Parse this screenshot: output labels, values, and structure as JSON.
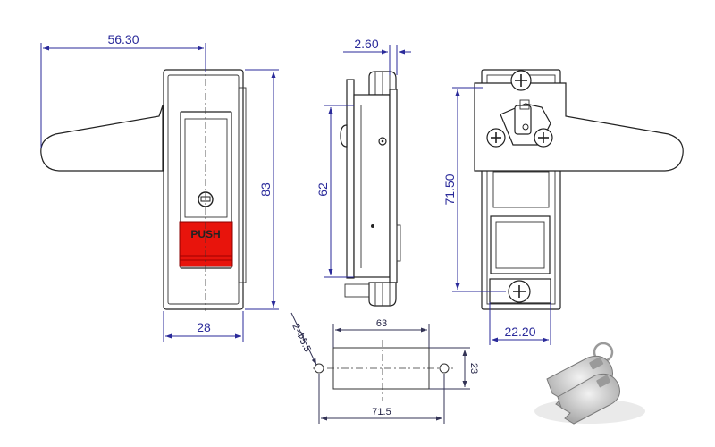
{
  "dimensions": {
    "handle_length": "56.30",
    "front_height": "83",
    "front_width": "28",
    "side_offset": "2.60",
    "side_height": "62",
    "back_height": "71.50",
    "back_width": "22.20",
    "cutout_width": "63",
    "cutout_height": "23",
    "hole_spacing": "71.5",
    "hole_callout": "2-Φ5.5"
  },
  "labels": {
    "push": "PUSH"
  },
  "colors": {
    "dimension": "#2a2a9a",
    "push_button": "#e8140c",
    "outline": "#222222"
  }
}
